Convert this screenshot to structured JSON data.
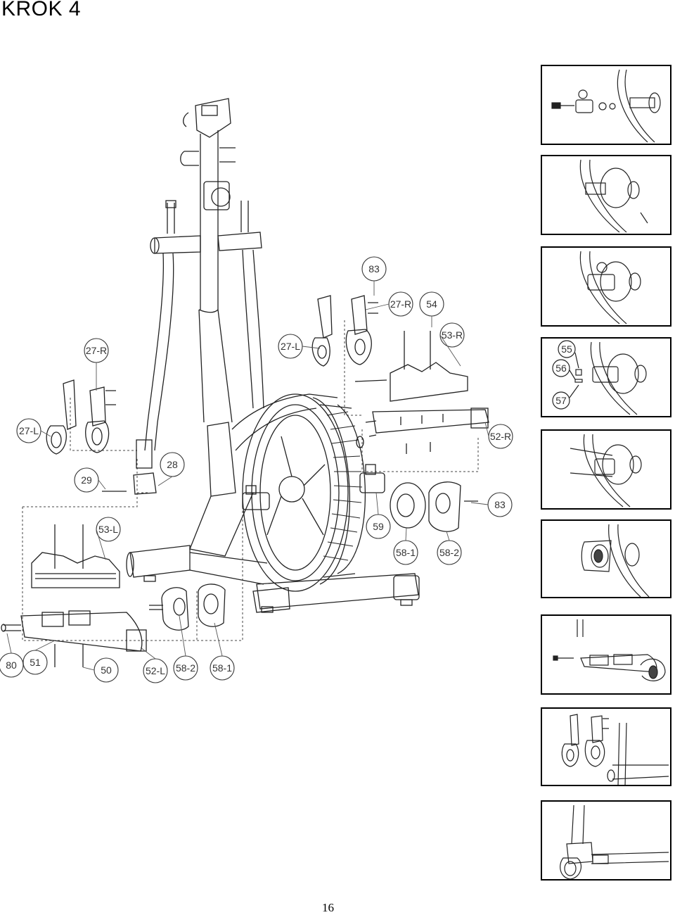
{
  "header": {
    "title": "KROK 4"
  },
  "footer": {
    "page_number": "16"
  },
  "labels": {
    "l83a": "83",
    "l27ra": "27-R",
    "l54": "54",
    "l53r": "53-R",
    "l27la": "27-L",
    "l27rb": "27-R",
    "l27lb": "27-L",
    "l29": "29",
    "l28": "28",
    "l52r": "52-R",
    "l83b": "83",
    "l59": "59",
    "l581a": "58-1",
    "l582a": "58-2",
    "l53l": "53-L",
    "l80": "80",
    "l51": "51",
    "l50": "50",
    "l52l": "52-L",
    "l582b": "58-2",
    "l581b": "58-1",
    "l55": "55",
    "l56": "56",
    "l57": "57"
  }
}
